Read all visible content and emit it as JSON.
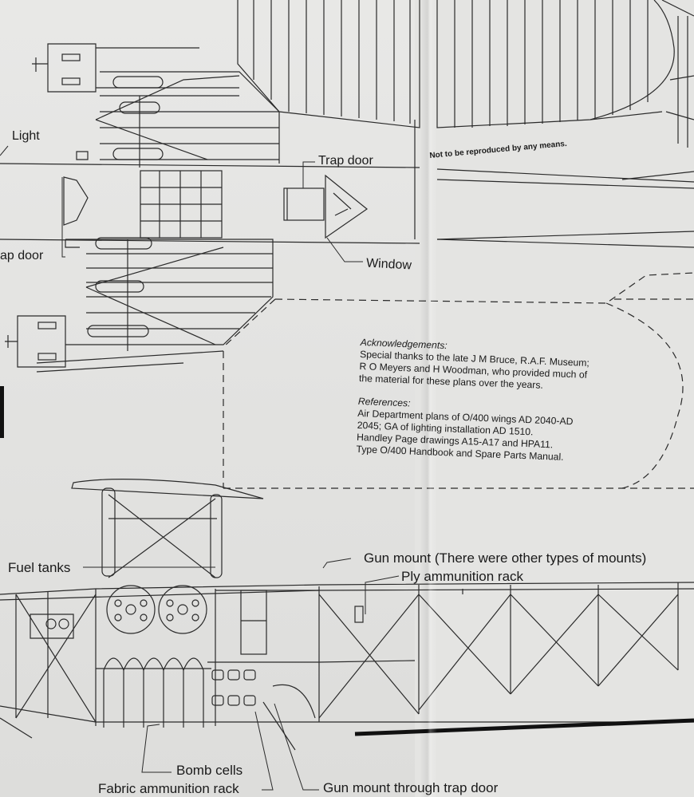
{
  "notice": "Not to be reproduced by any means.",
  "labels": {
    "light": "Light",
    "trap_door_top": "Trap door",
    "trap_door_left": "ap door",
    "window": "Window",
    "fuel_tanks": "Fuel tanks",
    "gun_mount": "Gun mount",
    "gun_mount_note": "(There were other types of mounts)",
    "ply_rack": "Ply ammunition rack",
    "bomb_cells": "Bomb cells",
    "fabric_rack": "Fabric ammunition rack",
    "gun_mount_trap": "Gun mount through trap door"
  },
  "acknowledgements": {
    "heading": "Acknowledgements:",
    "lines": [
      "Special thanks to the late J M Bruce, R.A.F. Museum;",
      "R O Meyers and H Woodman, who provided much of",
      "the material for these plans over the years."
    ]
  },
  "references": {
    "heading": "References:",
    "lines": [
      "Air Department plans of O/400 wings AD 2040-AD",
      "2045; GA of lighting installation AD 1510.",
      "Handley Page drawings A15-A17 and HPA11.",
      "Type O/400 Handbook and Spare Parts Manual."
    ]
  }
}
